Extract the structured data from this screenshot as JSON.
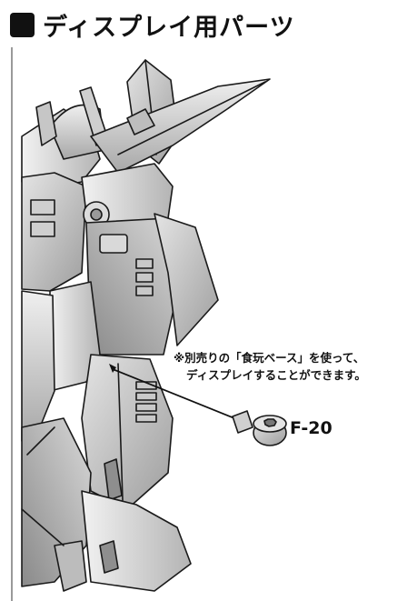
{
  "header": {
    "title": "ディスプレイ用パーツ"
  },
  "note": {
    "line1": "※別売りの「食玩ベース」を使って、",
    "line2": "ディスプレイすることができます。"
  },
  "part": {
    "label": "F-20",
    "icon": "display-adapter-part-icon"
  },
  "illustration": {
    "subject": "robot-figure-illustration"
  }
}
